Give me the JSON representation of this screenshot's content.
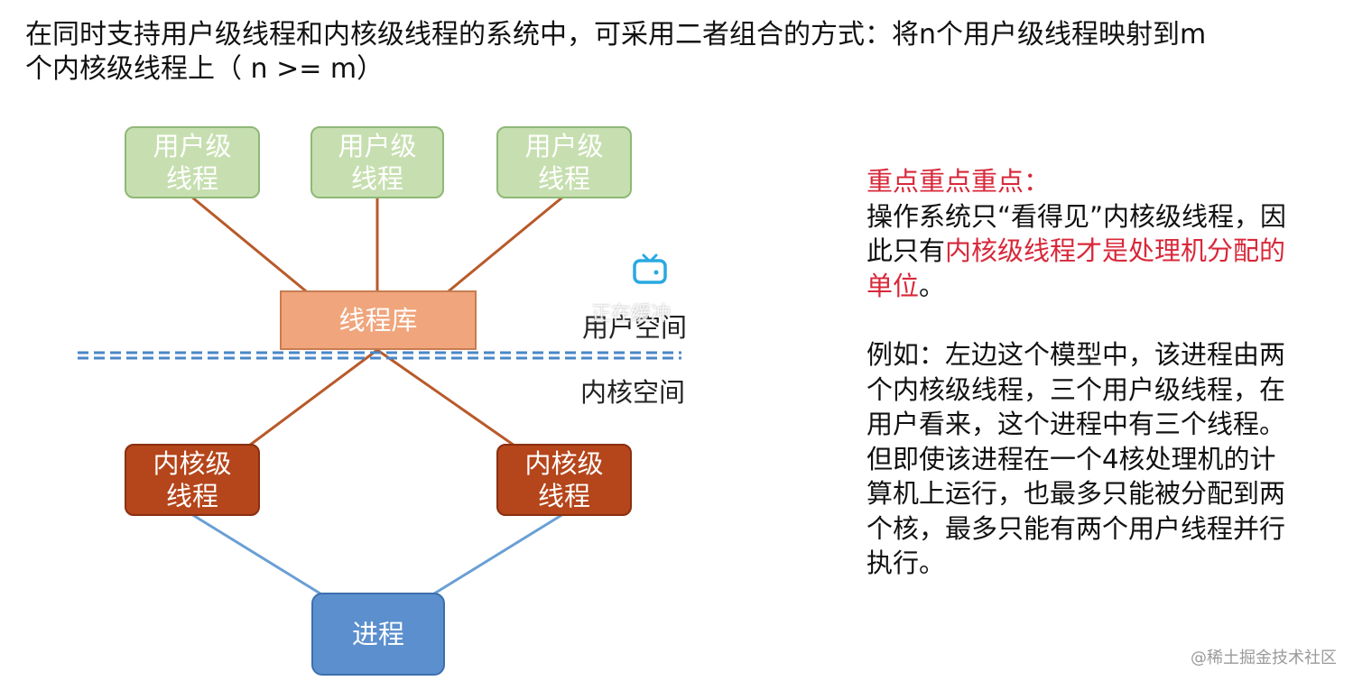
{
  "heading": {
    "line1": "在同时支持用户级线程和内核级线程的系统中，可采用二者组合的方式：将n个用户级线程映射到m",
    "line2": "个内核级线程上（ n >= m）"
  },
  "diagram": {
    "user_threads": [
      {
        "line1": "用户级",
        "line2": "线程"
      },
      {
        "line1": "用户级",
        "line2": "线程"
      },
      {
        "line1": "用户级",
        "line2": "线程"
      }
    ],
    "thread_library": "线程库",
    "user_space_label": "用户空间",
    "kernel_space_label": "内核空间",
    "kernel_threads": [
      {
        "line1": "内核级",
        "line2": "线程"
      },
      {
        "line1": "内核级",
        "line2": "线程"
      }
    ],
    "process": "进程",
    "overlay_text": "正在缓冲"
  },
  "notes": {
    "emphasis": "重点重点重点：",
    "p1_a": "操作系统只“看得见”内核级线程，因此只有",
    "p1_red": "内核级线程才是处理机分配的单位",
    "p1_end": "。",
    "p2": "例如：左边这个模型中，该进程由两个内核级线程，三个用户级线程，在用户看来，这个进程中有三个线程。但即使该进程在一个4核处理机的计算机上运行，也最多只能被分配到两个核，最多只能有两个用户线程并行执行。"
  },
  "watermark": "@稀土掘金技术社区",
  "colors": {
    "user_box": "#c7dfb0",
    "kernel_box": "#b5451b",
    "library_box": "#f0a57c",
    "process_box": "#5b8fce",
    "mapping_line": "#b85a2a",
    "process_line": "#6a9fd4",
    "divider": "#4a86c8",
    "emphasis_red": "#d8283a"
  }
}
